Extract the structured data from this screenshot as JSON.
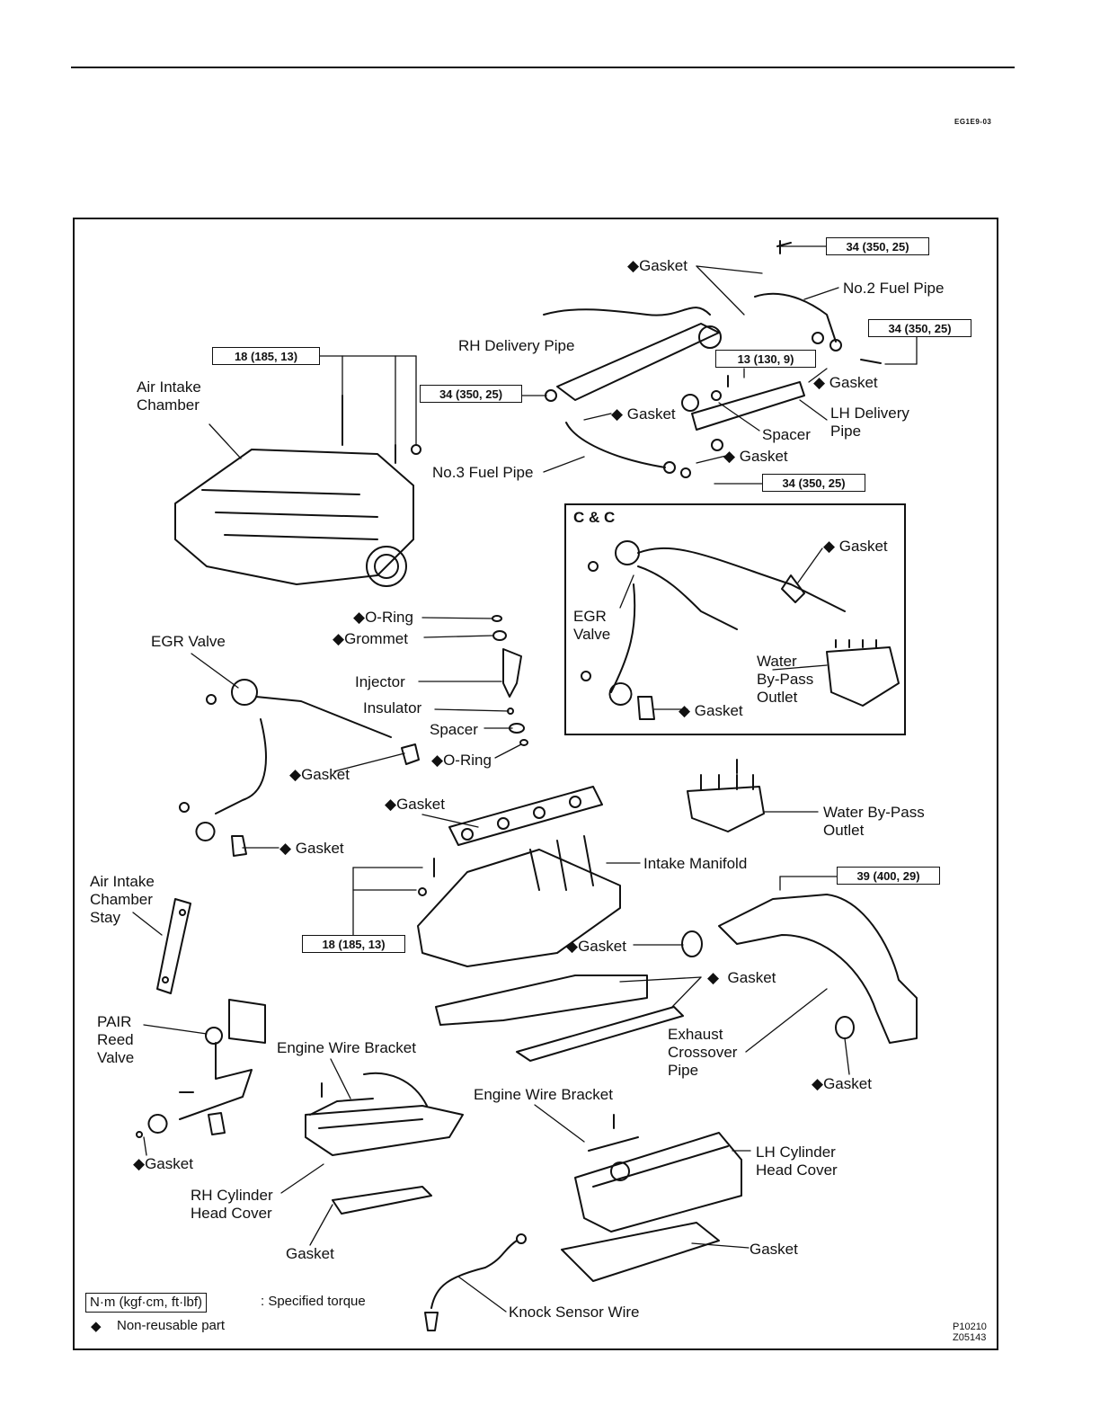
{
  "document_code": "EG1E9-03",
  "figure_code_1": "P10210",
  "figure_code_2": "Z05143",
  "inset_title": "C & C",
  "labels": {
    "gasket_top": "◆Gasket",
    "no2_fuel_pipe": "No.2 Fuel Pipe",
    "rh_delivery_pipe": "RH Delivery Pipe",
    "air_intake_chamber": "Air Intake\nChamber",
    "gasket_lh1": "◆ Gasket",
    "gasket_mid": "◆ Gasket",
    "lh_delivery_pipe": "LH Delivery\nPipe",
    "spacer_top": "Spacer",
    "gasket_lh2": "◆ Gasket",
    "no3_fuel_pipe": "No.3 Fuel Pipe",
    "cc_gasket1": "◆ Gasket",
    "cc_egr_valve": "EGR\nValve",
    "cc_water_bypass": "Water\nBy-Pass\nOutlet",
    "cc_gasket2": "◆ Gasket",
    "oring_top": "◆O-Ring",
    "grommet": "◆Grommet",
    "egr_valve": "EGR Valve",
    "injector": "Injector",
    "insulator": "Insulator",
    "spacer": "Spacer",
    "oring_bottom": "◆O-Ring",
    "gasket_egr": "◆Gasket",
    "gasket_manifold": "◆Gasket",
    "water_bypass": "Water By-Pass\nOutlet",
    "gasket_egr2": "◆ Gasket",
    "intake_manifold": "Intake Manifold",
    "air_intake_chamber_stay": "Air Intake\nChamber\nStay",
    "gasket_exhaust1": "◆Gasket",
    "gasket_exhaust2": "◆  Gasket",
    "exhaust_crossover": "Exhaust\nCrossover\nPipe",
    "pair_reed_valve": "PAIR\nReed\nValve",
    "engine_wire_bracket_rh": "Engine Wire Bracket",
    "engine_wire_bracket_lh": "Engine Wire Bracket",
    "gasket_exhaust3": "◆Gasket",
    "gasket_pair": "◆Gasket",
    "lh_cylinder_head_cover": "LH Cylinder\nHead Cover",
    "rh_cylinder_head_cover": "RH Cylinder\nHead Cover",
    "gasket_rh_cover": "Gasket",
    "gasket_lh_cover": "Gasket",
    "knock_sensor_wire": "Knock Sensor Wire"
  },
  "torques": {
    "t1": "34 (350, 25)",
    "t2": "34 (350, 25)",
    "t3": "18 (185, 13)",
    "t4": "13 (130, 9)",
    "t5": "34 (350, 25)",
    "t6": "34 (350, 25)",
    "t7": "39 (400, 29)",
    "t8": "18 (185, 13)"
  },
  "legend": {
    "torque_unit": "N·m (kgf·cm, ft·lbf)",
    "torque_text": ":  Specified torque",
    "diamond": "◆",
    "nonreuse_text": "Non-reusable part"
  }
}
